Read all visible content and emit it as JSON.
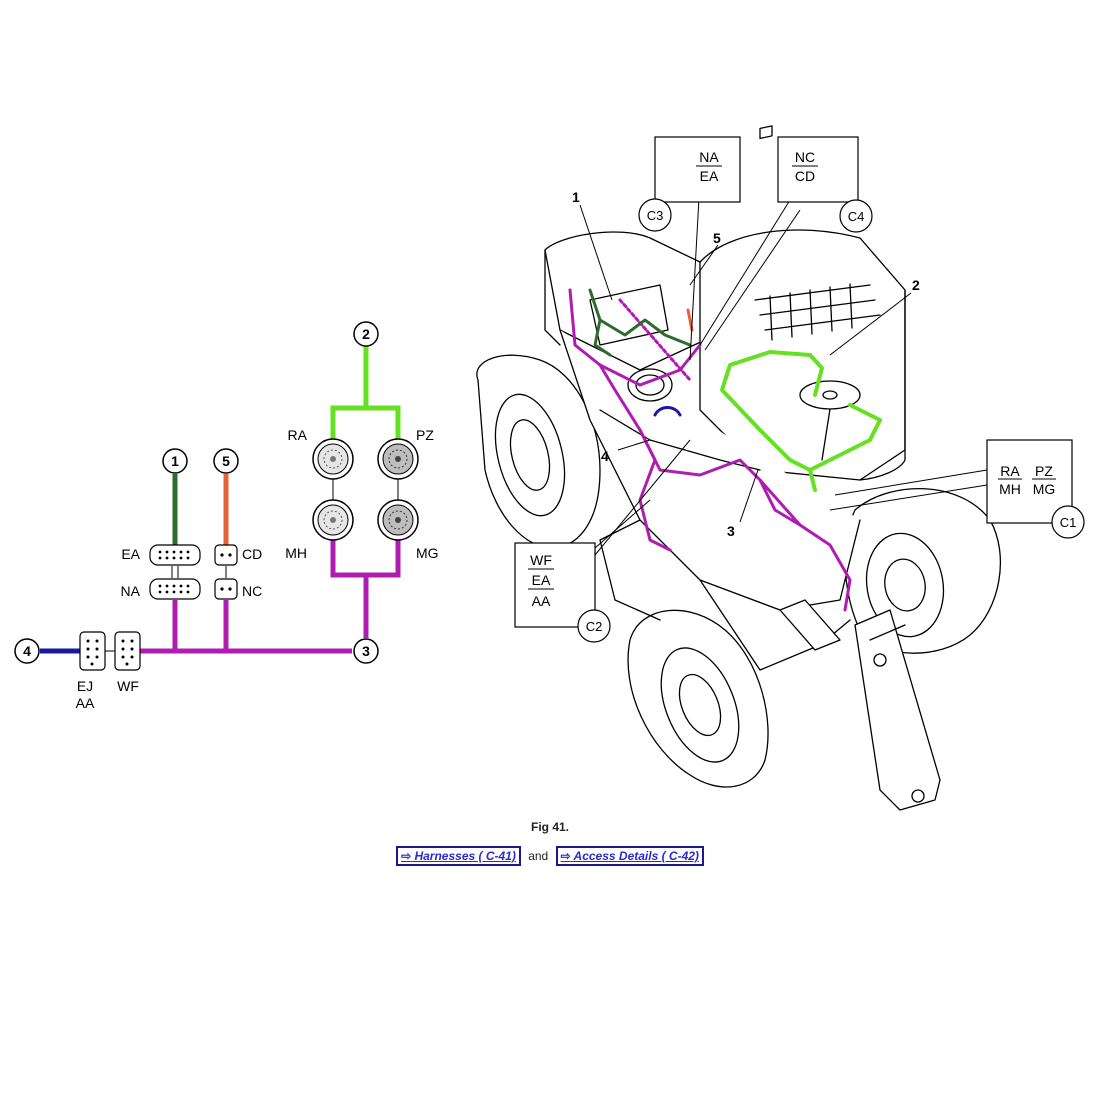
{
  "figure": {
    "caption": "Fig 41.",
    "links": [
      {
        "arrow": "⇨",
        "label": "Harnesses ( C-41)"
      },
      {
        "arrow": "⇨",
        "label": "Access Details ( C-42)"
      }
    ],
    "link_separator": "and"
  },
  "harness_colors": {
    "h1": "#2e6b2e",
    "h2": "#66e022",
    "h3": "#b01cb0",
    "h4": "#1a1aa0",
    "h5": "#e8603a",
    "outline": "#000000"
  },
  "schematic": {
    "harness_markers": [
      "1",
      "2",
      "3",
      "4",
      "5"
    ],
    "connectors": {
      "ea": "EA",
      "na": "NA",
      "cd": "CD",
      "nc": "NC",
      "ra": "RA",
      "pz": "PZ",
      "mh": "MH",
      "mg": "MG",
      "ej": "EJ",
      "aa": "AA",
      "wf": "WF"
    }
  },
  "illustration": {
    "callout_numbers": [
      "1",
      "2",
      "3",
      "4",
      "5"
    ],
    "callouts": {
      "c1": {
        "id": "C1",
        "top": [
          "RA",
          "PZ"
        ],
        "bottom": [
          "MH",
          "MG"
        ]
      },
      "c2": {
        "id": "C2",
        "lines": [
          "WF",
          "EA",
          "AA"
        ]
      },
      "c3": {
        "id": "C3",
        "lines": [
          "NA",
          "EA"
        ]
      },
      "c4": {
        "id": "C4",
        "lines": [
          "NC",
          "CD"
        ]
      }
    }
  }
}
